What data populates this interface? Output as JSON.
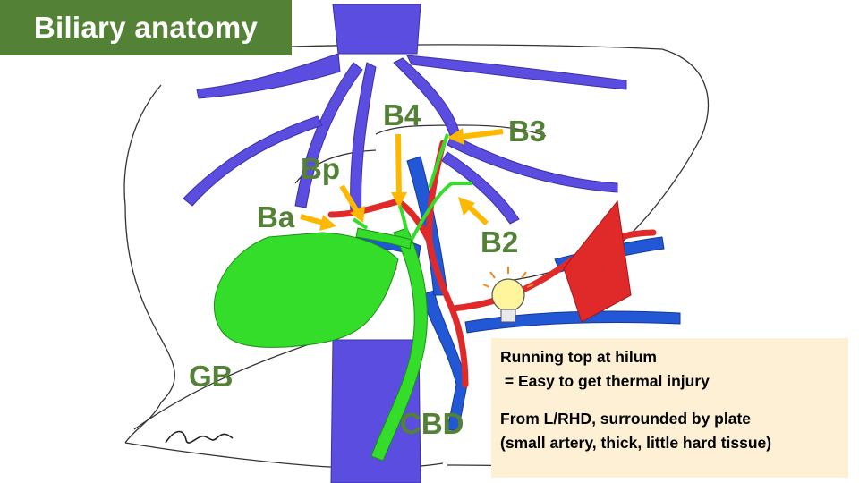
{
  "title": "Biliary anatomy",
  "labels": {
    "b4": "B4",
    "b3": "B3",
    "bp": "Bp",
    "ba": "Ba",
    "b2": "B2",
    "gb": "GB",
    "cbd": "CBD"
  },
  "note": {
    "line1": "Running top at hilum",
    "line2": " = Easy to get thermal injury",
    "line3": "From L/RHD, surrounded by plate",
    "line4": "(small artery, thick, little hard tissue)"
  },
  "colors": {
    "title_bg": "#538135",
    "label_green": "#538135",
    "vein_blue": "#5a4de0",
    "portal_blue": "#2257d6",
    "artery_red": "#e02a2a",
    "bile_green": "#33dd2a",
    "arrow_orange": "#ffb800",
    "note_bg": "#fdf0d5"
  },
  "icons": [
    "lightbulb-icon",
    "signature-mark"
  ]
}
